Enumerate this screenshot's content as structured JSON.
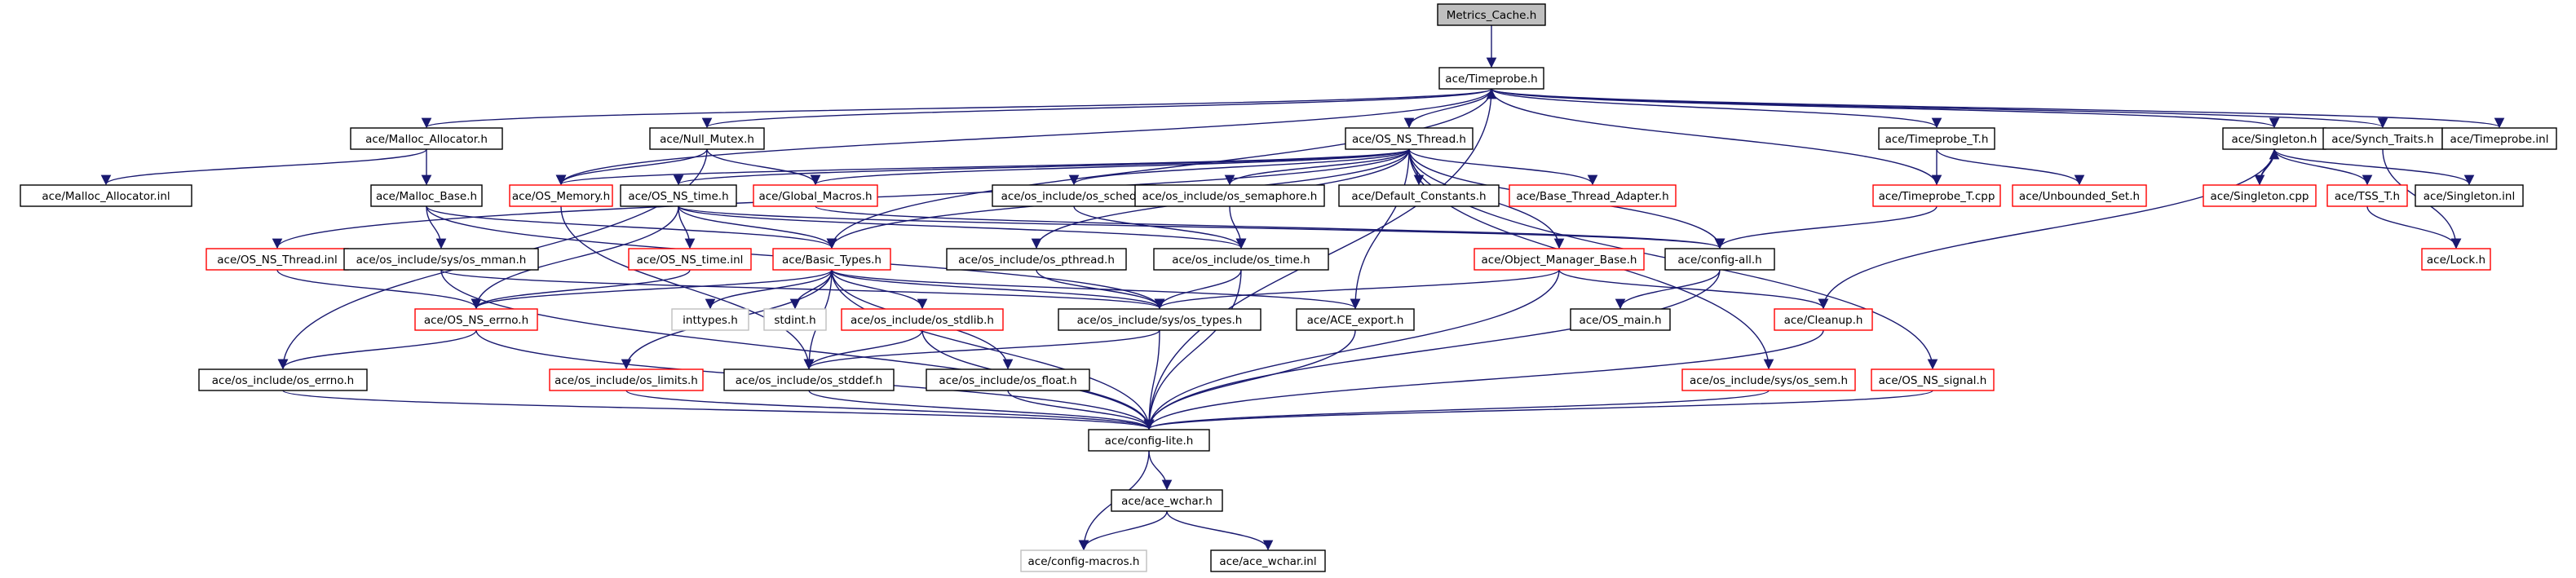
{
  "colors": {
    "edge": "#191970",
    "node_border_default": "#000000",
    "node_border_red": "#ff0000",
    "node_border_gray": "#bfbfbf",
    "root_fill": "#bfbfbf",
    "node_fill": "#ffffff",
    "text": "#000000"
  },
  "nodes": [
    {
      "id": "metrics",
      "label": "Metrics_Cache.h",
      "style": "root"
    },
    {
      "id": "timeprobe",
      "label": "ace/Timeprobe.h",
      "style": "default"
    },
    {
      "id": "malloc_alloc",
      "label": "ace/Malloc_Allocator.h",
      "style": "default"
    },
    {
      "id": "null_mutex",
      "label": "ace/Null_Mutex.h",
      "style": "default"
    },
    {
      "id": "os_ns_thread",
      "label": "ace/OS_NS_Thread.h",
      "style": "default"
    },
    {
      "id": "timeprobe_t",
      "label": "ace/Timeprobe_T.h",
      "style": "default"
    },
    {
      "id": "singleton",
      "label": "ace/Singleton.h",
      "style": "default"
    },
    {
      "id": "synch_traits",
      "label": "ace/Synch_Traits.h",
      "style": "default"
    },
    {
      "id": "timeprobe_inl",
      "label": "ace/Timeprobe.inl",
      "style": "default"
    },
    {
      "id": "malloc_alloc_inl",
      "label": "ace/Malloc_Allocator.inl",
      "style": "default"
    },
    {
      "id": "malloc_base",
      "label": "ace/Malloc_Base.h",
      "style": "default"
    },
    {
      "id": "os_memory",
      "label": "ace/OS_Memory.h",
      "style": "red"
    },
    {
      "id": "os_ns_time",
      "label": "ace/OS_NS_time.h",
      "style": "default"
    },
    {
      "id": "global_macros",
      "label": "ace/Global_Macros.h",
      "style": "red"
    },
    {
      "id": "os_sched",
      "label": "ace/os_include/os_sched.h",
      "style": "default"
    },
    {
      "id": "os_semaphore",
      "label": "ace/os_include/os_semaphore.h",
      "style": "default"
    },
    {
      "id": "default_constants",
      "label": "ace/Default_Constants.h",
      "style": "default"
    },
    {
      "id": "base_thread_adapter",
      "label": "ace/Base_Thread_Adapter.h",
      "style": "red"
    },
    {
      "id": "timeprobe_t_cpp",
      "label": "ace/Timeprobe_T.cpp",
      "style": "red"
    },
    {
      "id": "unbounded_set",
      "label": "ace/Unbounded_Set.h",
      "style": "red"
    },
    {
      "id": "singleton_cpp",
      "label": "ace/Singleton.cpp",
      "style": "red"
    },
    {
      "id": "tss_t",
      "label": "ace/TSS_T.h",
      "style": "red"
    },
    {
      "id": "singleton_inl",
      "label": "ace/Singleton.inl",
      "style": "default"
    },
    {
      "id": "lock",
      "label": "ace/Lock.h",
      "style": "red"
    },
    {
      "id": "os_ns_thread_inl",
      "label": "ace/OS_NS_Thread.inl",
      "style": "red"
    },
    {
      "id": "os_mman",
      "label": "ace/os_include/sys/os_mman.h",
      "style": "default"
    },
    {
      "id": "os_ns_time_inl",
      "label": "ace/OS_NS_time.inl",
      "style": "red"
    },
    {
      "id": "basic_types",
      "label": "ace/Basic_Types.h",
      "style": "red"
    },
    {
      "id": "os_pthread",
      "label": "ace/os_include/os_pthread.h",
      "style": "default"
    },
    {
      "id": "os_time",
      "label": "ace/os_include/os_time.h",
      "style": "default"
    },
    {
      "id": "object_manager_base",
      "label": "ace/Object_Manager_Base.h",
      "style": "red"
    },
    {
      "id": "config_all",
      "label": "ace/config-all.h",
      "style": "default"
    },
    {
      "id": "os_ns_errno",
      "label": "ace/OS_NS_errno.h",
      "style": "red"
    },
    {
      "id": "inttypes",
      "label": "inttypes.h",
      "style": "gray"
    },
    {
      "id": "stdint",
      "label": "stdint.h",
      "style": "gray"
    },
    {
      "id": "os_stdlib",
      "label": "ace/os_include/os_stdlib.h",
      "style": "red"
    },
    {
      "id": "os_types",
      "label": "ace/os_include/sys/os_types.h",
      "style": "default"
    },
    {
      "id": "ace_export",
      "label": "ace/ACE_export.h",
      "style": "default"
    },
    {
      "id": "cleanup",
      "label": "ace/Cleanup.h",
      "style": "red"
    },
    {
      "id": "os_main",
      "label": "ace/OS_main.h",
      "style": "default"
    },
    {
      "id": "os_errno",
      "label": "ace/os_include/os_errno.h",
      "style": "default"
    },
    {
      "id": "os_limits",
      "label": "ace/os_include/os_limits.h",
      "style": "red"
    },
    {
      "id": "os_stddef",
      "label": "ace/os_include/os_stddef.h",
      "style": "default"
    },
    {
      "id": "os_float",
      "label": "ace/os_include/os_float.h",
      "style": "default"
    },
    {
      "id": "os_sem",
      "label": "ace/os_include/sys/os_sem.h",
      "style": "red"
    },
    {
      "id": "os_ns_signal",
      "label": "ace/OS_NS_signal.h",
      "style": "red"
    },
    {
      "id": "config_lite",
      "label": "ace/config-lite.h",
      "style": "default"
    },
    {
      "id": "ace_wchar",
      "label": "ace/ace_wchar.h",
      "style": "default"
    },
    {
      "id": "config_macros",
      "label": "ace/config-macros.h",
      "style": "gray"
    },
    {
      "id": "ace_wchar_inl",
      "label": "ace/ace_wchar.inl",
      "style": "default"
    }
  ],
  "edges": [
    [
      "metrics",
      "timeprobe"
    ],
    [
      "timeprobe",
      "malloc_alloc"
    ],
    [
      "timeprobe",
      "null_mutex"
    ],
    [
      "timeprobe",
      "os_ns_thread"
    ],
    [
      "timeprobe",
      "timeprobe_t"
    ],
    [
      "timeprobe",
      "singleton"
    ],
    [
      "timeprobe",
      "synch_traits"
    ],
    [
      "timeprobe",
      "timeprobe_inl"
    ],
    [
      "timeprobe",
      "config_lite"
    ],
    [
      "timeprobe",
      "os_memory"
    ],
    [
      "timeprobe",
      "basic_types"
    ],
    [
      "malloc_alloc",
      "malloc_alloc_inl"
    ],
    [
      "malloc_alloc",
      "malloc_base"
    ],
    [
      "null_mutex",
      "os_memory"
    ],
    [
      "null_mutex",
      "global_macros"
    ],
    [
      "null_mutex",
      "os_errno"
    ],
    [
      "malloc_base",
      "basic_types"
    ],
    [
      "malloc_base",
      "os_mman"
    ],
    [
      "malloc_base",
      "os_types"
    ],
    [
      "os_ns_thread",
      "os_memory"
    ],
    [
      "os_ns_thread",
      "os_ns_time"
    ],
    [
      "os_ns_thread",
      "global_macros"
    ],
    [
      "os_ns_thread",
      "os_sched"
    ],
    [
      "os_ns_thread",
      "os_semaphore"
    ],
    [
      "os_ns_thread",
      "default_constants"
    ],
    [
      "os_ns_thread",
      "base_thread_adapter"
    ],
    [
      "os_ns_thread",
      "os_ns_thread_inl"
    ],
    [
      "os_ns_thread",
      "basic_types"
    ],
    [
      "os_ns_thread",
      "os_pthread"
    ],
    [
      "os_ns_thread",
      "object_manager_base"
    ],
    [
      "os_ns_thread",
      "config_all"
    ],
    [
      "os_ns_thread",
      "ace_export"
    ],
    [
      "os_ns_thread",
      "os_sem"
    ],
    [
      "os_ns_thread",
      "os_ns_signal"
    ],
    [
      "os_memory",
      "os_stddef"
    ],
    [
      "os_ns_time",
      "os_ns_time_inl"
    ],
    [
      "os_ns_time",
      "basic_types"
    ],
    [
      "os_ns_time",
      "os_time"
    ],
    [
      "os_ns_time",
      "config_all"
    ],
    [
      "os_ns_time",
      "os_ns_errno"
    ],
    [
      "global_macros",
      "config_all"
    ],
    [
      "os_sched",
      "os_time"
    ],
    [
      "os_semaphore",
      "os_time"
    ],
    [
      "os_pthread",
      "os_types"
    ],
    [
      "os_time",
      "os_types"
    ],
    [
      "os_time",
      "config_lite"
    ],
    [
      "timeprobe_t",
      "timeprobe_t_cpp"
    ],
    [
      "timeprobe_t",
      "unbounded_set"
    ],
    [
      "timeprobe_t_cpp",
      "timeprobe"
    ],
    [
      "timeprobe_t_cpp",
      "config_all"
    ],
    [
      "singleton",
      "singleton_cpp"
    ],
    [
      "singleton",
      "tss_t"
    ],
    [
      "singleton",
      "singleton_inl"
    ],
    [
      "singleton",
      "cleanup"
    ],
    [
      "singleton_cpp",
      "singleton"
    ],
    [
      "tss_t",
      "lock"
    ],
    [
      "synch_traits",
      "lock"
    ],
    [
      "os_ns_thread_inl",
      "os_ns_errno"
    ],
    [
      "os_mman",
      "os_types"
    ],
    [
      "os_mman",
      "config_lite"
    ],
    [
      "os_ns_time_inl",
      "os_ns_errno"
    ],
    [
      "basic_types",
      "inttypes"
    ],
    [
      "basic_types",
      "stdint"
    ],
    [
      "basic_types",
      "os_stdlib"
    ],
    [
      "basic_types",
      "os_types"
    ],
    [
      "basic_types",
      "os_limits"
    ],
    [
      "basic_types",
      "os_stddef"
    ],
    [
      "basic_types",
      "os_float"
    ],
    [
      "basic_types",
      "ace_export"
    ],
    [
      "basic_types",
      "config_lite"
    ],
    [
      "basic_types",
      "os_ns_errno"
    ],
    [
      "object_manager_base",
      "cleanup"
    ],
    [
      "object_manager_base",
      "os_types"
    ],
    [
      "object_manager_base",
      "config_lite"
    ],
    [
      "config_all",
      "os_main"
    ],
    [
      "config_all",
      "config_lite"
    ],
    [
      "cleanup",
      "config_lite"
    ],
    [
      "os_ns_errno",
      "os_errno"
    ],
    [
      "os_ns_errno",
      "config_lite"
    ],
    [
      "os_stdlib",
      "os_stddef"
    ],
    [
      "os_stdlib",
      "config_lite"
    ],
    [
      "os_types",
      "os_stddef"
    ],
    [
      "os_types",
      "config_lite"
    ],
    [
      "ace_export",
      "config_lite"
    ],
    [
      "os_errno",
      "config_lite"
    ],
    [
      "os_limits",
      "config_lite"
    ],
    [
      "os_stddef",
      "config_lite"
    ],
    [
      "os_float",
      "config_lite"
    ],
    [
      "os_sem",
      "config_lite"
    ],
    [
      "os_ns_signal",
      "config_lite"
    ],
    [
      "config_lite",
      "ace_wchar"
    ],
    [
      "config_lite",
      "config_macros"
    ],
    [
      "ace_wchar",
      "config_macros"
    ],
    [
      "ace_wchar",
      "ace_wchar_inl"
    ]
  ]
}
